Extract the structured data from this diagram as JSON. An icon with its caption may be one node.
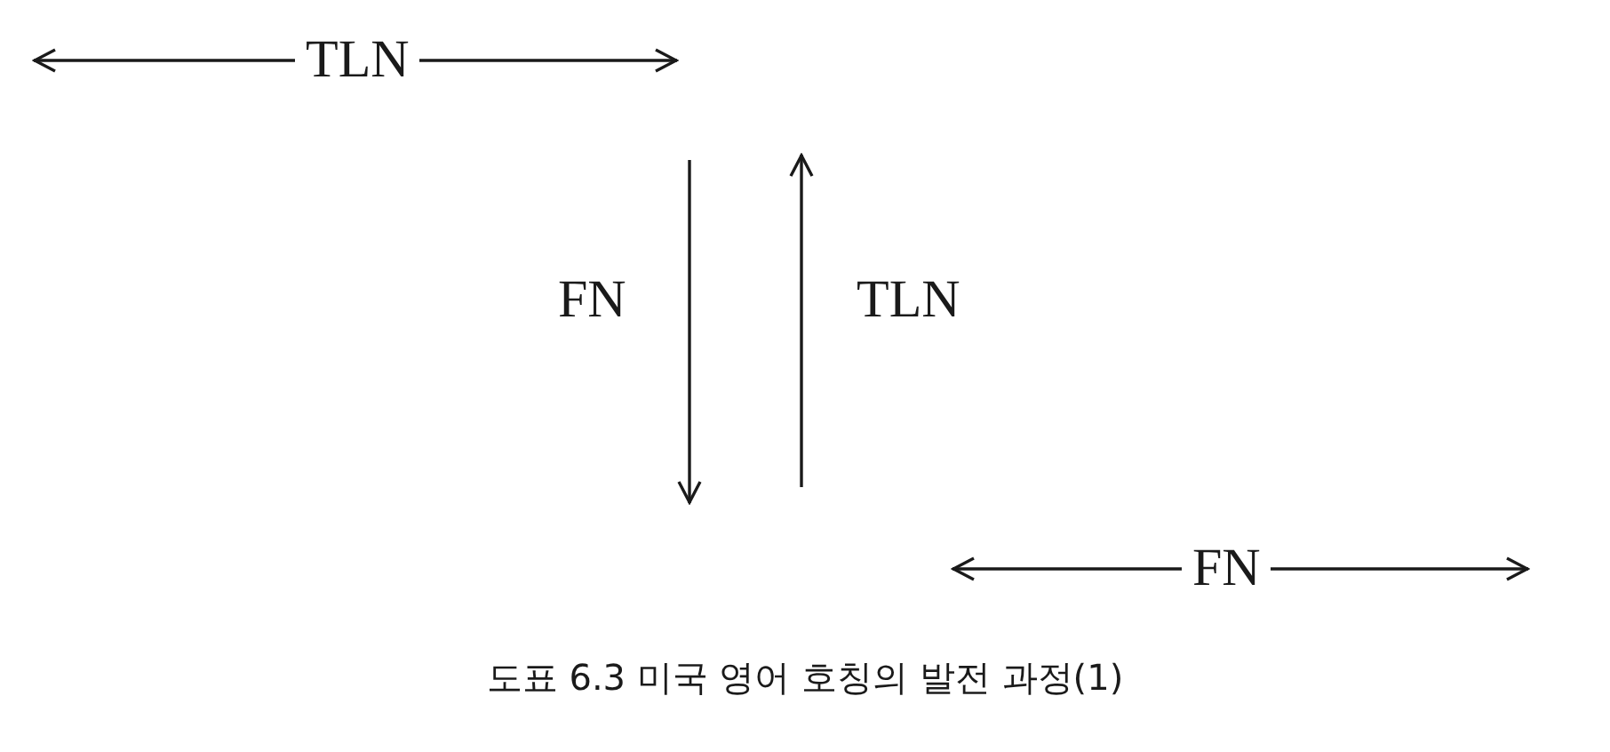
{
  "diagram": {
    "caption": "도표 6.3 미국 영어 호칭의 발전 과정(1)",
    "labels": [
      "TLN",
      "FN",
      "TLN",
      "FN"
    ]
  }
}
